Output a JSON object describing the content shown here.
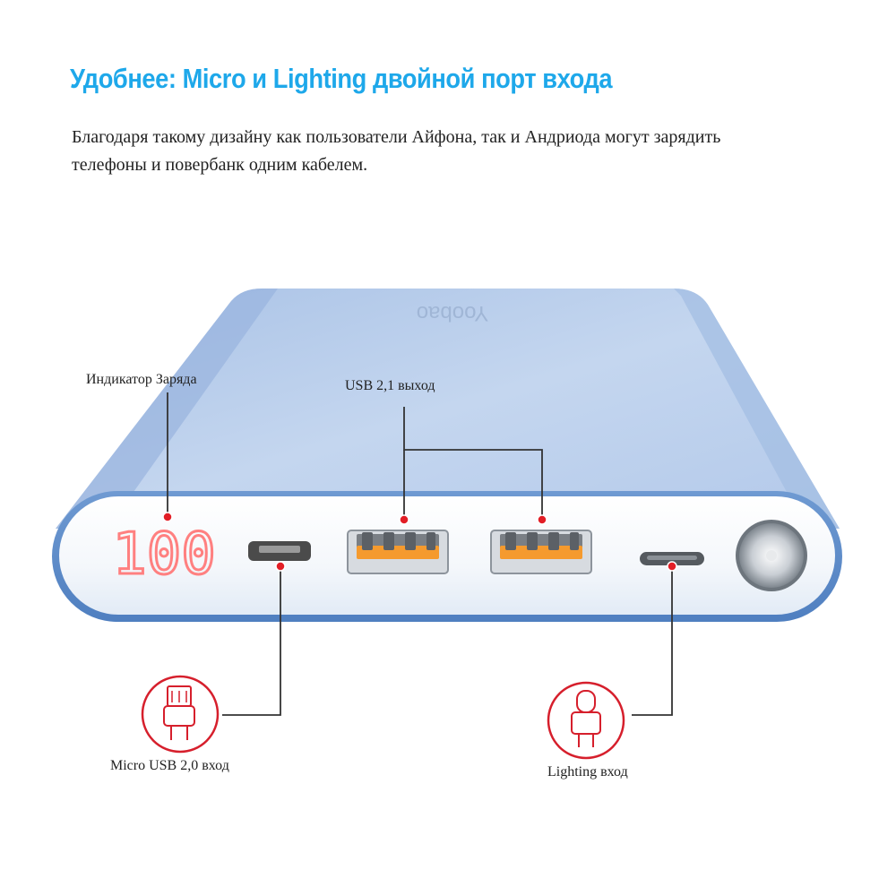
{
  "heading": "Удобнее: Micro и Lighting двойной порт входа",
  "description": "Благодаря такому дизайну как пользователи Айфона, так и Андриода могут зарядить телефоны и повербанк одним кабелем.",
  "brand_logo_text": "Yoobao",
  "display_value": "100",
  "labels": {
    "charge_indicator": "Индикатор Заряда",
    "usb_output": "USB 2,1 выход",
    "micro_input": "Micro USB 2,0 вход",
    "lightning_input": "Lighting вход"
  },
  "colors": {
    "heading": "#1ea8ea",
    "device_body": "#b8cdea",
    "port_orange": "#f59a2e",
    "marker_red": "#e21e26",
    "display_red": "#ff8080"
  }
}
